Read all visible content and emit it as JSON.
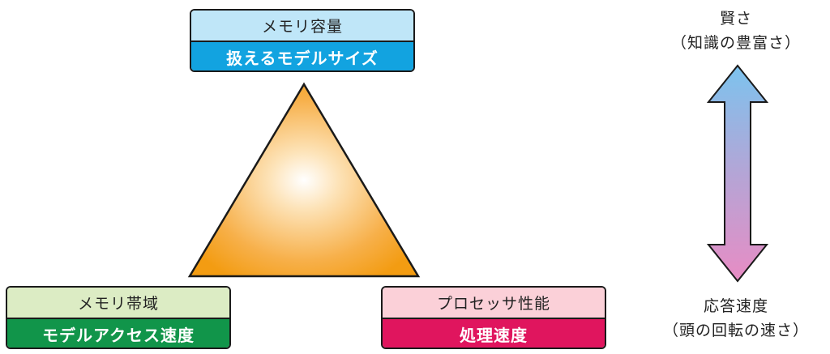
{
  "triangle": {
    "top_box": {
      "label": "メモリ容量",
      "sublabel": "扱えるモデルサイズ"
    },
    "left_box": {
      "label": "メモリ帯域",
      "sublabel": "モデルアクセス速度"
    },
    "right_box": {
      "label": "プロセッサ性能",
      "sublabel": "処理速度"
    }
  },
  "scale": {
    "top_label": "賢さ",
    "top_sublabel": "（知識の豊富さ）",
    "bottom_label": "応答速度",
    "bottom_sublabel": "（頭の回転の速さ）"
  },
  "colors": {
    "memory_light": "#bfe6f8",
    "memory_dark": "#12a3e0",
    "bandwidth_light": "#dcecc4",
    "bandwidth_dark": "#11954a",
    "processor_light": "#fbd0d8",
    "processor_dark": "#e0155e",
    "triangle_fill": "#f5a623",
    "arrow_top": "#7cc3ee",
    "arrow_bottom": "#e88cc4"
  }
}
